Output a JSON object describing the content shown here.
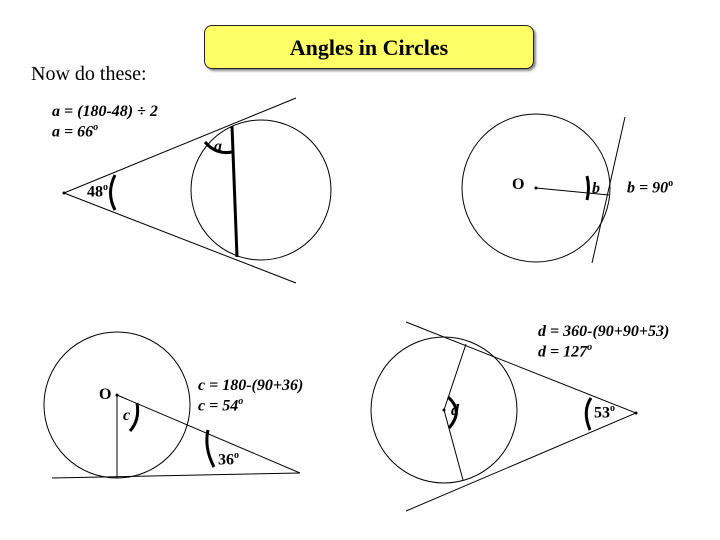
{
  "title": "Angles in Circles",
  "subtitle": "Now do these:",
  "q_a": {
    "line1": "a = (180-48) ÷ 2",
    "line2": "a = 66",
    "angle_label": "a",
    "given_angle": "48",
    "degree_mark": "o"
  },
  "q_b": {
    "centre_label": "O",
    "angle_label": "b",
    "answer": "b = 90",
    "degree_mark": "o"
  },
  "q_c": {
    "centre_label": "O",
    "angle_label": "c",
    "line1": "c = 180-(90+36)",
    "line2": "c = 54",
    "given_angle": "36",
    "degree_mark": "o"
  },
  "q_d": {
    "line1": "d = 360-(90+90+53)",
    "line2": "d = 127",
    "angle_label": "d",
    "given_angle": "53",
    "degree_mark": "o"
  }
}
